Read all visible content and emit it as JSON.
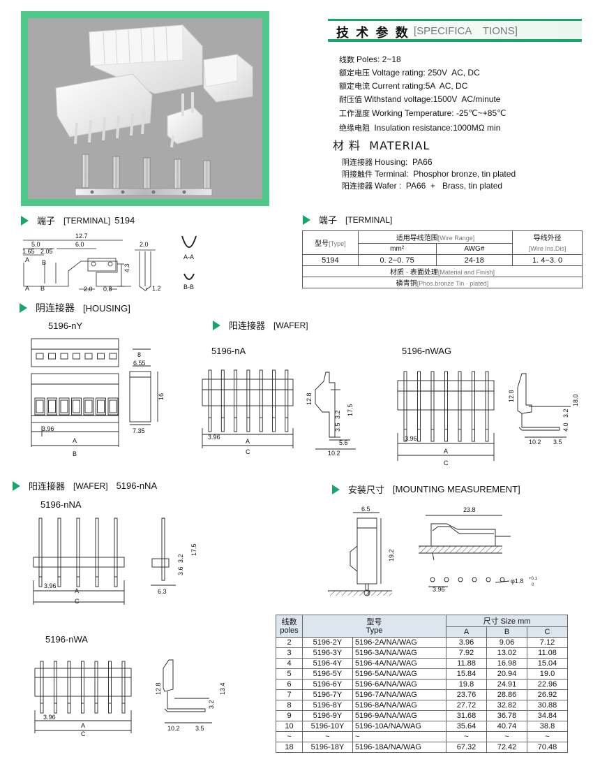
{
  "spec": {
    "title_cn": "技 术 参 数",
    "title_en": "[SPECIFICA    TIONS]",
    "lines": [
      {
        "cn": "线数",
        "en": "Poles: 2~18"
      },
      {
        "cn": "额定电压",
        "en": "Voltage rating: 250V  AC, DC"
      },
      {
        "cn": "额定电流",
        "en": "Current rating:5A  AC, DC"
      },
      {
        "cn": "耐压值",
        "en": "Withstand voltage:1500V  AC/minute"
      },
      {
        "cn": "工作温度",
        "en": "Working Temperature: -25℃~+85℃"
      },
      {
        "cn": "绝缘电阻",
        "en": " Insulation resistance:1000MΩ min"
      }
    ],
    "material_title": "材 料  MATERIAL",
    "materials": [
      {
        "cn": "阴连接器",
        "en": "Housing:  PA66"
      },
      {
        "cn": "阴接触件",
        "en": "Terminal:  Phosphor bronze, tin plated"
      },
      {
        "cn": "阳连接器",
        "en": "Wafer :  PA66  +   Brass, tin plated"
      }
    ]
  },
  "sections": {
    "terminal_left": {
      "cn": "端子",
      "en": "[TERMINAL]",
      "code": "5194"
    },
    "terminal_right": {
      "cn": "端子",
      "en": "[TERMINAL]"
    },
    "housing": {
      "cn": "阴连接器",
      "en": "[HOUSING]"
    },
    "wafer": {
      "cn": "阳连接器",
      "en": "[WAFER]"
    },
    "wafer2": {
      "cn": "阳连接器",
      "en": "[WAFER]",
      "code": "5196-nNA"
    },
    "mounting": {
      "cn": "安装尺寸",
      "en": "[MOUNTING MEASUREMENT]"
    }
  },
  "terminal_table": {
    "type_label": "型号",
    "type_en": "[Type]",
    "wire_range_label": "适用导线范围",
    "wire_range_en": "[Wire Range]",
    "ins_label": "导线外径",
    "ins_en": "[Wire Ins.Dis]",
    "mm2": "mm²",
    "awg": "AWG#",
    "row": {
      "type": "5194",
      "mm2": "0. 2−0. 75",
      "awg": "24-18",
      "ins": "1. 4−3. 0"
    },
    "material_label": "材质 · 表面处理",
    "material_en": "[Material and Finish]",
    "material_value": "磷青铜",
    "material_value_en": "[Phos.bronze Tin · plated]"
  },
  "labels": {
    "n_y": "5196-nY",
    "n_a": "5196-nA",
    "n_wag": "5196-nWAG",
    "n_na": "5196-nNA",
    "n_wa": "5196-nWA",
    "aa": "A-A",
    "bb": "B-B"
  },
  "dims": {
    "t_12_7": "12.7",
    "t_5_0": "5.0",
    "t_6_0": "6.0",
    "t_1_65": "1.65",
    "t_2_05": "2.05",
    "t_4_3": "4.3",
    "t_2_0a": "2.0",
    "t_2_0b": "2.0",
    "t_0_8": "0.8",
    "t_1_2": "1.2",
    "h_8": "8",
    "h_6_55": "6.55",
    "h_16": "16",
    "h_7_35": "7.35",
    "p_3_96": "3.96",
    "w_12_8": "12.8",
    "w_3_2": "3.2",
    "w_3_5": "3.5",
    "w_17_5": "17.5",
    "w_5_6": "5.6",
    "w_10_2": "10.2",
    "g_18_0": "18.0",
    "g_4_0": "4.0",
    "n_3_6": "3.6",
    "n_6_3": "6.3",
    "wa_13_4": "13.4",
    "m_6_5": "6.5",
    "m_19_2": "19.2",
    "m_23_8": "23.8",
    "m_hole": "φ1.8",
    "A": "A",
    "B": "B",
    "C": "C"
  },
  "pole_table": {
    "h_poles_cn": "线数",
    "h_poles_en": "poles",
    "h_type_cn": "型号",
    "h_type_en": "Type",
    "h_size": "尺寸  Size mm",
    "cols": [
      "A",
      "B",
      "C"
    ],
    "rows": [
      [
        "2",
        "5196-2Y",
        "5196-2A/NA/WAG",
        "3.96",
        "9.06",
        "7.12"
      ],
      [
        "3",
        "5196-3Y",
        "5196-3A/NA/WAG",
        "7.92",
        "13.02",
        "11.08"
      ],
      [
        "4",
        "5196-4Y",
        "5196-4A/NA/WAG",
        "11.88",
        "16.98",
        "15.04"
      ],
      [
        "5",
        "5196-5Y",
        "5196-5A/NA/WAG",
        "15.84",
        "20.94",
        "19.0"
      ],
      [
        "6",
        "5196-6Y",
        "5196-6A/NA/WAG",
        "19.8",
        "24.91",
        "22.96"
      ],
      [
        "7",
        "5196-7Y",
        "5196-7A/NA/WAG",
        "23.76",
        "28.86",
        "26.92"
      ],
      [
        "8",
        "5196-8Y",
        "5196-8A/NA/WAG",
        "27.72",
        "32.82",
        "30.88"
      ],
      [
        "9",
        "5196-9Y",
        "5196-9A/NA/WAG",
        "31.68",
        "36.78",
        "34.84"
      ],
      [
        "10",
        "5196-10Y",
        "5196-10A/NA/WAG",
        "35.64",
        "40.74",
        "38.8"
      ],
      [
        "~",
        "~",
        "~",
        "~",
        "~",
        "~"
      ],
      [
        "18",
        "5196-18Y",
        "5196-18A/NA/WAG",
        "67.32",
        "72.42",
        "70.48"
      ]
    ]
  },
  "colors": {
    "accent": "#1aa56c",
    "photo_frame": "#4ec98a",
    "photo_bg": "#a9a9a9"
  }
}
